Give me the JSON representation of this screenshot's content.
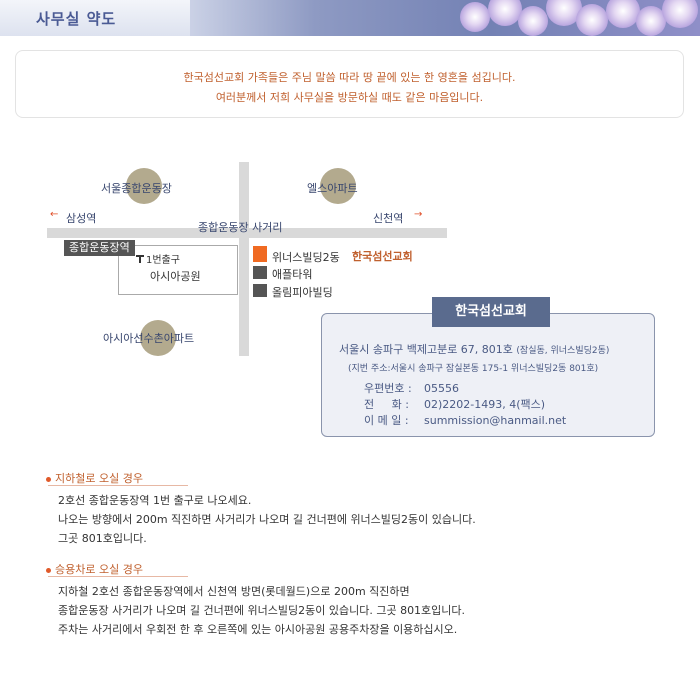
{
  "header": {
    "title": "사무실 약도"
  },
  "intro": {
    "line1": "한국섬선교회 가족들은 주님 말씀 따라 땅 끝에 있는 한 영혼을 섬깁니다.",
    "line2": "여러분께서 저희 사무실을 방문하실 때도 같은 마음입니다."
  },
  "map": {
    "labels": {
      "seoul_stadium": "서울종합운동장",
      "els_apt": "엘스아파트",
      "samseong": "삼성역",
      "intersection": "종합운동장 사거리",
      "sincheon": "신천역",
      "station": "종합운동장역",
      "exit1": "1번출구",
      "asia_park": "아시아공원",
      "asia_apt": "아시아선수촌아파트",
      "winners_bldg": "위너스빌딩2동",
      "church": "한국섬선교회",
      "apple_tower": "애플타워",
      "olympia_bldg": "올림피아빌딩"
    },
    "arrow_left": "←",
    "arrow_right": "→",
    "colors": {
      "road": "#d9d9d9",
      "highlight": "#f06a22",
      "building": "#555555",
      "circle": "#b3aa8e"
    }
  },
  "card": {
    "title": "한국섬선교회",
    "address_main": "서울시 송파구 백제고분로 67, 801호",
    "address_note": "(잠실동, 위너스빌딩2동)",
    "address_old": "(지번 주소:서울시 송파구 잠실본동 175-1 위너스빌딩2동 801호)",
    "rows": [
      {
        "key": "우편번호 :",
        "value": "05556"
      },
      {
        "key": "전     화 :",
        "value": "02)2202-1493, 4(팩스)"
      },
      {
        "key": "이 메 일 :",
        "value": "summission@hanmail.net"
      }
    ]
  },
  "subway": {
    "title": "지하철로 오실 경우",
    "lines": [
      "2호선 종합운동장역 1번 출구로 나오세요.",
      "나오는 방향에서 200m 직진하면 사거리가 나오며 길 건너편에 위너스빌딩2동이 있습니다.",
      "그곳 801호입니다."
    ]
  },
  "car": {
    "title": "승용차로 오실 경우",
    "lines": [
      "지하철 2호선 종합운동장역에서 신천역 방면(롯데월드)으로 200m 직진하면",
      "종합운동장 사거리가 나오며 길 건너편에 위너스빌딩2동이 있습니다. 그곳 801호입니다.",
      "주차는 사거리에서 우회전 한 후 오른쪽에 있는 아시아공원 공용주차장을 이용하십시오."
    ]
  }
}
